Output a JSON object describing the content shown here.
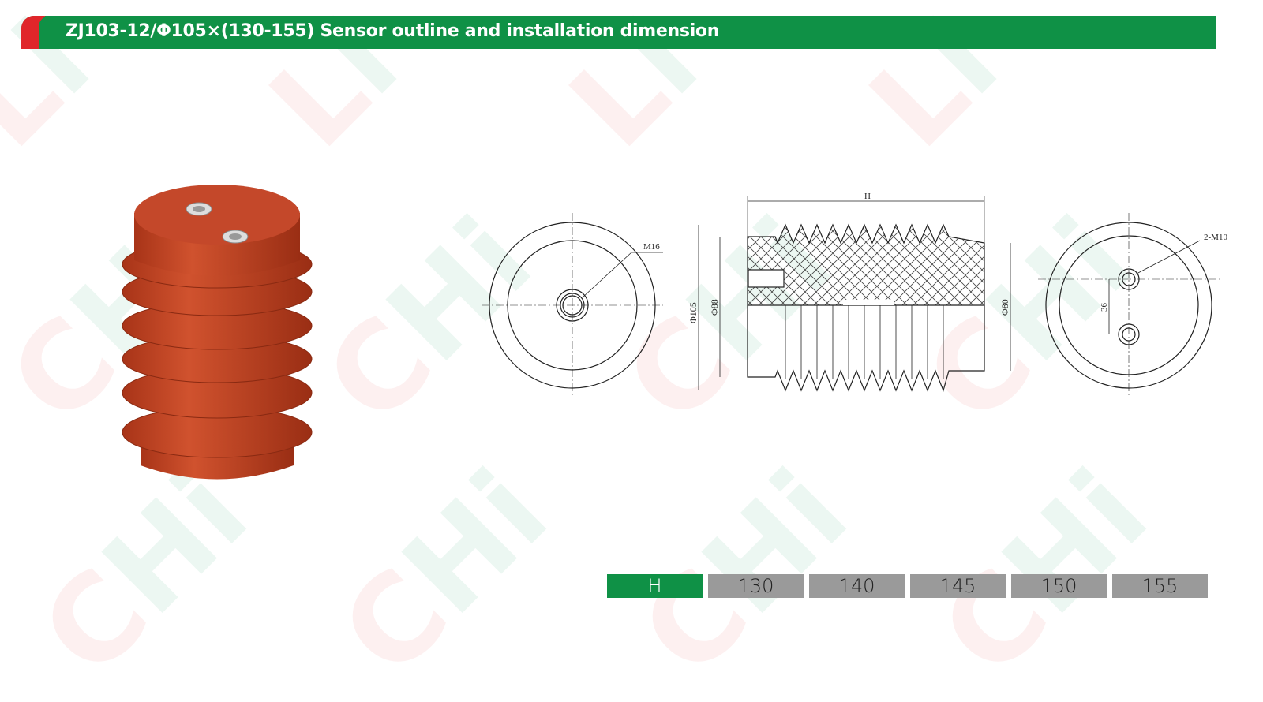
{
  "header": {
    "title": "ZJ103-12/Φ105×(130-155) Sensor outline and installation dimension"
  },
  "watermark": "LiCHi",
  "drawing": {
    "front_label": "M16",
    "side_height_label": "H",
    "side_dia_outer": "Φ105",
    "side_dia_inner": "Φ88",
    "side_dia_right": "Φ80",
    "rear_label": "2-M10",
    "rear_spacing": "36"
  },
  "dimension_table": {
    "header": "H",
    "values": [
      "130",
      "140",
      "145",
      "150",
      "155"
    ]
  },
  "colors": {
    "accent_green": "#0f9146",
    "accent_red": "#e0262a",
    "product": "#c0401f",
    "cell_gray": "#9a9a9a"
  }
}
